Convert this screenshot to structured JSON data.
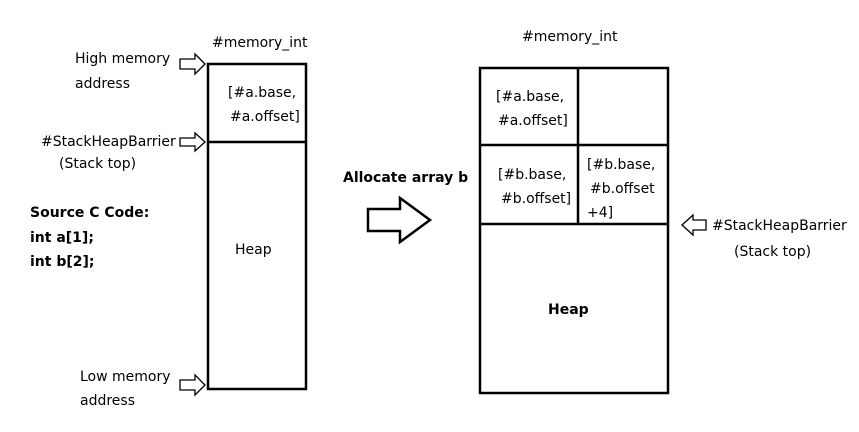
{
  "left": {
    "title": "#memory_int",
    "high_label": [
      "High memory",
      "address"
    ],
    "barrier_label": "#StackHeapBarrier",
    "stack_top": "(Stack top)",
    "low_label": [
      "Low memory",
      "address"
    ],
    "cell_a": [
      "[#a.base,",
      "#a.offset]"
    ],
    "heap": "Heap"
  },
  "source": {
    "title": "Source C Code:",
    "lines": [
      "int a[1];",
      "int b[2];"
    ]
  },
  "action": {
    "label": "Allocate array b"
  },
  "right": {
    "title": "#memory_int",
    "cell_a": [
      "[#a.base,",
      "#a.offset]"
    ],
    "cell_b1": [
      "[#b.base,",
      "#b.offset]"
    ],
    "cell_b2": [
      "[#b.base,",
      "#b.offset",
      "+4]"
    ],
    "barrier_label": "#StackHeapBarrier",
    "stack_top": "(Stack top)",
    "heap": "Heap"
  }
}
